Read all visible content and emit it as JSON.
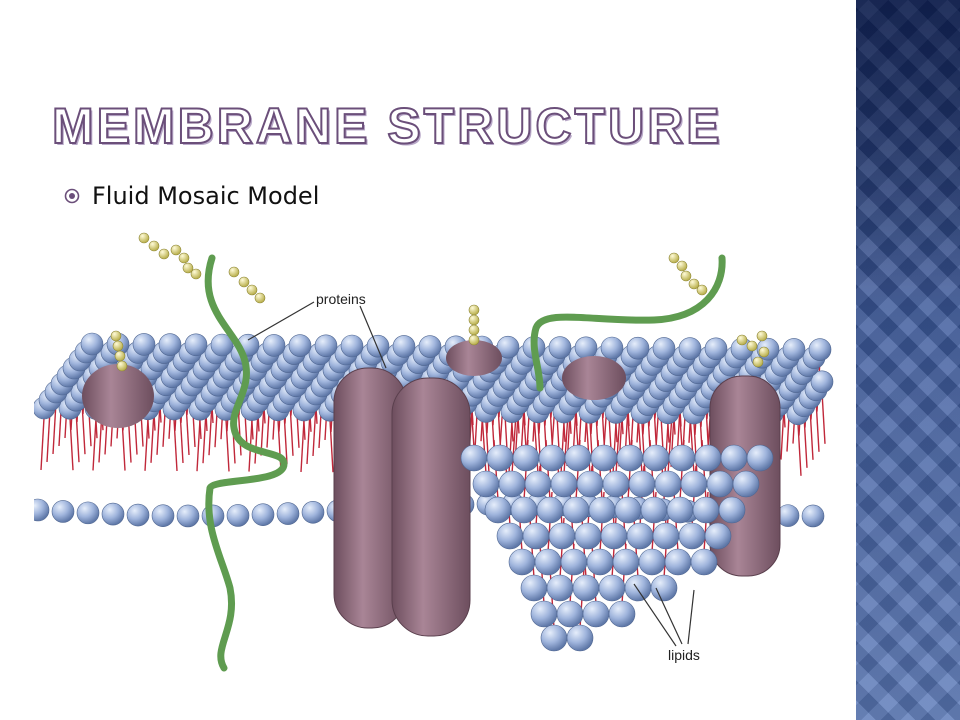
{
  "slide": {
    "title": "Membrane Structure",
    "bullets": [
      {
        "text": "Fluid Mosaic Model",
        "icon": "circled-bullet-icon"
      }
    ]
  },
  "diagram": {
    "labels": {
      "proteins": "proteins",
      "lipids": "lipids"
    }
  },
  "colors": {
    "title_outline": "#6b4f7a",
    "side_band": "#3d5a9c",
    "phospholipid_head": "#9fb4dc",
    "lipid_tail": "#c0283a",
    "protein": "#8a6678",
    "glycoprotein_chain": "#6fae5e",
    "carbohydrate": "#d8d27a"
  }
}
